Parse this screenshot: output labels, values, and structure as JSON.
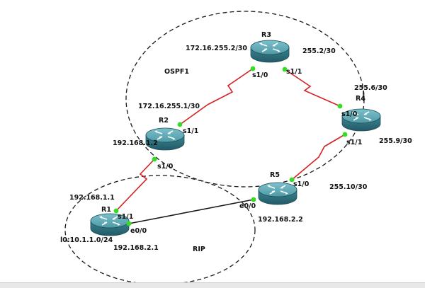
{
  "colors": {
    "serial_link": "#d22222",
    "ethernet_link": "#1a1a1a",
    "port_dot": "#33dd22",
    "router_top": "#5fa9b5",
    "router_side": "#2f7280",
    "area_border": "#1a1a1a"
  },
  "icons": {
    "router": "router-icon"
  },
  "areas": {
    "ospf": "OSPF1",
    "rip": "RIP"
  },
  "routers": {
    "r1": "R1",
    "r2": "R2",
    "r3": "R3",
    "r4": "R4",
    "r5": "R5"
  },
  "labels": {
    "r3_s10_net": "172.16.255.2/30",
    "r3_s11_net": "255.2/30",
    "r3_s10_port": "s1/0",
    "r3_s11_port": "s1/1",
    "r4_s10_net": "255.6/30",
    "r4_s10_port": "s1/0",
    "r4_s11_port": "s1/1",
    "r4_s11_net": "255.9/30",
    "r2_s11_net": "172.16.255.1/30",
    "r2_s11_port": "s1/1",
    "r2_ip": "192.168.1.2",
    "r2_s10_port": "s1/0",
    "r5_s10_port": "s1/0",
    "r5_s10_net": "255.10/30",
    "r5_e00_port": "e0/0",
    "r5_ip": "192.168.2.2",
    "r1_ip": "192.168.1.1",
    "r1_s11_port": "s1/1",
    "r1_e00_port": "e0/0",
    "r1_loopback": "l0:10.1.1.0/24",
    "r1_e00_ip": "192.168.2.1"
  }
}
